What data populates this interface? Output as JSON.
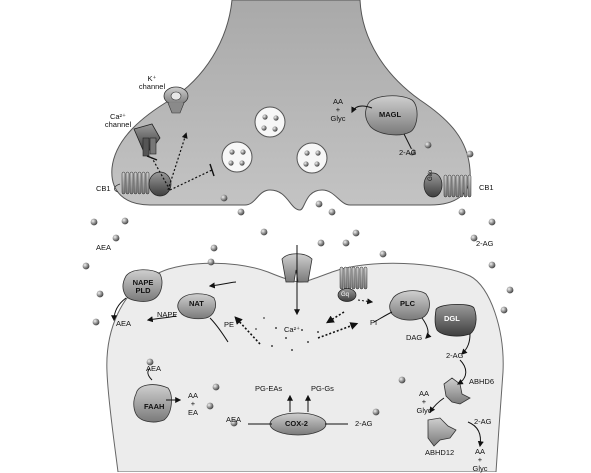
{
  "labels": {
    "k_channel": "K⁺\nchannel",
    "ca_channel": "Ca²⁺\nchannel",
    "cb1_left": "CB1",
    "cb1_right": "CB1",
    "gi_o": "Gi/o",
    "magl": "MAGL",
    "aa_glyc_top": "AA\n+\nGlyc",
    "two_ag_top": "2-AG",
    "aea_left": "AEA",
    "two_ag_right": "2-AG",
    "nape_pld": "NAPE\nPLD",
    "nat": "NAT",
    "nape": "NAPE",
    "aea_pld": "AEA",
    "pe": "PE",
    "ca2": "Ca²⁺",
    "plc": "PLC",
    "pi": "PI",
    "dgl": "DGL",
    "dag": "DAG",
    "two_ag_dgl": "2-AG",
    "abhd6": "ABHD6",
    "aa_glyc_abhd6": "AA\n+\nGlyc",
    "aea_faah_in": "AEA",
    "faah": "FAAH",
    "aa_ea": "AA\n+\nEA",
    "pg_eas": "PG-EAs",
    "pg_gs": "PG-Gs",
    "cox2": "COX-2",
    "aea_cox": "AEA",
    "two_ag_cox": "2-AG",
    "abhd12": "ABHD12",
    "two_ag_abhd12": "2-AG",
    "aa_glyc_abhd12": "AA\n+\nGlyc",
    "receptor_small": "Gq"
  }
}
